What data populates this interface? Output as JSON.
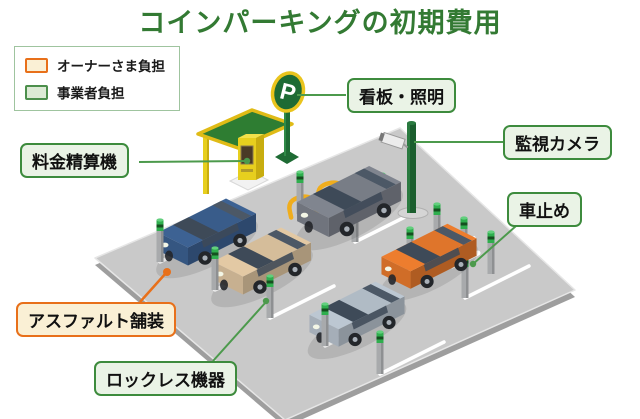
{
  "title": "コインパーキングの初期費用",
  "legend": {
    "items": [
      {
        "label": "オーナーさま負担",
        "type": "owner"
      },
      {
        "label": "事業者負担",
        "type": "operator"
      }
    ]
  },
  "callouts": {
    "signboard": {
      "label": "看板・照明",
      "type": "operator"
    },
    "camera": {
      "label": "監視カメラ",
      "type": "operator"
    },
    "payment": {
      "label": "料金精算機",
      "type": "operator"
    },
    "stopper": {
      "label": "車止め",
      "type": "operator"
    },
    "asphalt": {
      "label": "アスファルト舗装",
      "type": "owner"
    },
    "lockless": {
      "label": "ロックレス機器",
      "type": "operator"
    }
  },
  "colors": {
    "title_green": "#337a33",
    "operator_border": "#3d8b3d",
    "operator_fill": "#eaf3e6",
    "owner_border": "#e8701a",
    "owner_fill": "#faf0d5",
    "connector_green": "#4c9a4c",
    "connector_orange": "#e8701a"
  },
  "illustration": {
    "p_letter": "P",
    "pad_color": "#c9c9c9",
    "post_cap_color": "#2fae4e",
    "cars": [
      {
        "name": "sedan-blue",
        "color": "#3d6293"
      },
      {
        "name": "sedan-beige",
        "color": "#e3c9a4"
      },
      {
        "name": "minivan-gray",
        "color": "#80858f"
      },
      {
        "name": "suv-orange",
        "color": "#ed7d2e"
      },
      {
        "name": "sedan-silver",
        "color": "#bcc7d2"
      }
    ]
  }
}
